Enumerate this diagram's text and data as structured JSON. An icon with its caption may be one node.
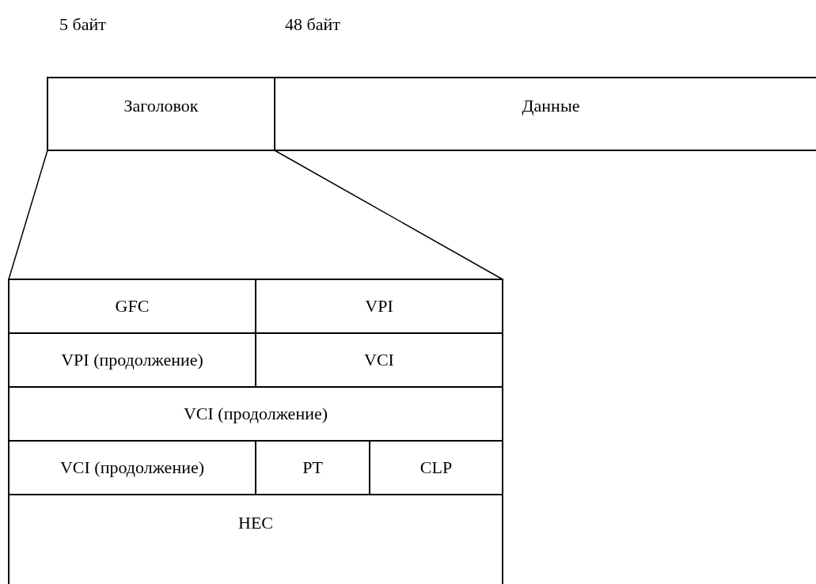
{
  "diagram": {
    "nodes": [
      {
        "text": [
          "Заголовок"
        ]
      },
      {
        "text": [
          "Данные"
        ]
      },
      {
        "text": [],
        "shape": "box"
      },
      {
        "text": [
          "GFC"
        ],
        "in": 2
      },
      {
        "text": [
          "VPI"
        ],
        "in": 2
      },
      {
        "text": [
          "VPI (продолжение)"
        ],
        "in": 2
      },
      {
        "text": [
          "VCI"
        ],
        "in": 2
      },
      {
        "text": [
          "VCI (продолжение)"
        ],
        "in": 2
      },
      {
        "text": [
          "VCI (продолжение)"
        ],
        "in": 2
      },
      {
        "text": [
          "PT"
        ],
        "in": 2
      },
      {
        "text": [
          "CLP"
        ],
        "in": 2
      },
      {
        "text": [
          "HEC"
        ],
        "in": 2
      }
    ],
    "edges": [
      {
        "from": 0,
        "to": 2,
        "arrow": "none"
      },
      {
        "from": 0,
        "to": 2,
        "arrow": "none"
      }
    ],
    "labels": [
      "5 байт",
      "48 байт"
    ]
  }
}
